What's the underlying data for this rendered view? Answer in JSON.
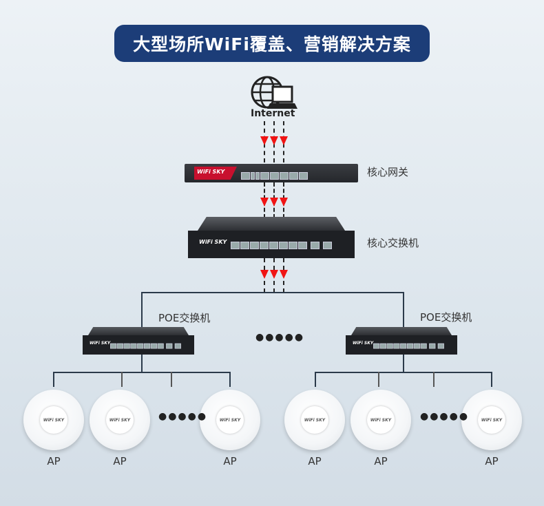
{
  "title": "大型场所WiFi覆盖、营销解决方案",
  "internet": {
    "label": "Internet",
    "icon": "globe-laptop-icon"
  },
  "core_gateway": {
    "label": "核心网关",
    "brand": "WiFi SKY"
  },
  "core_switch": {
    "label": "核心交换机",
    "brand": "WiFi SKY"
  },
  "poe_switches": [
    {
      "label": "POE交换机",
      "brand": "WiFi SKY"
    },
    {
      "label": "POE交换机",
      "brand": "WiFi SKY"
    }
  ],
  "ellipsis": "●●●●●",
  "aps": [
    {
      "label": "AP",
      "brand": "WiFi SKY"
    },
    {
      "label": "AP",
      "brand": "WiFi SKY"
    },
    {
      "label": "AP",
      "brand": "WiFi SKY"
    },
    {
      "label": "AP",
      "brand": "WiFi SKY"
    },
    {
      "label": "AP",
      "brand": "WiFi SKY"
    },
    {
      "label": "AP",
      "brand": "WiFi SKY"
    }
  ],
  "colors": {
    "title_bg": "#1c3d78",
    "arrow": "#f01414",
    "gateway_accent": "#c8102e"
  }
}
